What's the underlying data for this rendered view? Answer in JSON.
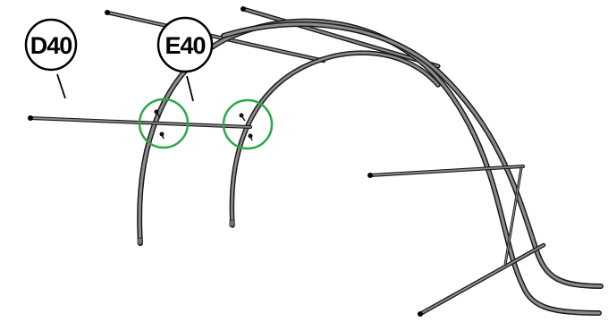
{
  "callouts": [
    {
      "id": "d40",
      "label": "D40"
    },
    {
      "id": "e40",
      "label": "E40"
    }
  ],
  "colors": {
    "tube_outline": "#1a1a1a",
    "tube_fill": "#8c8c8c",
    "highlight_circle": "#2ea64a",
    "background": "#ffffff"
  },
  "icons": {
    "fastener": "screw-icon"
  }
}
